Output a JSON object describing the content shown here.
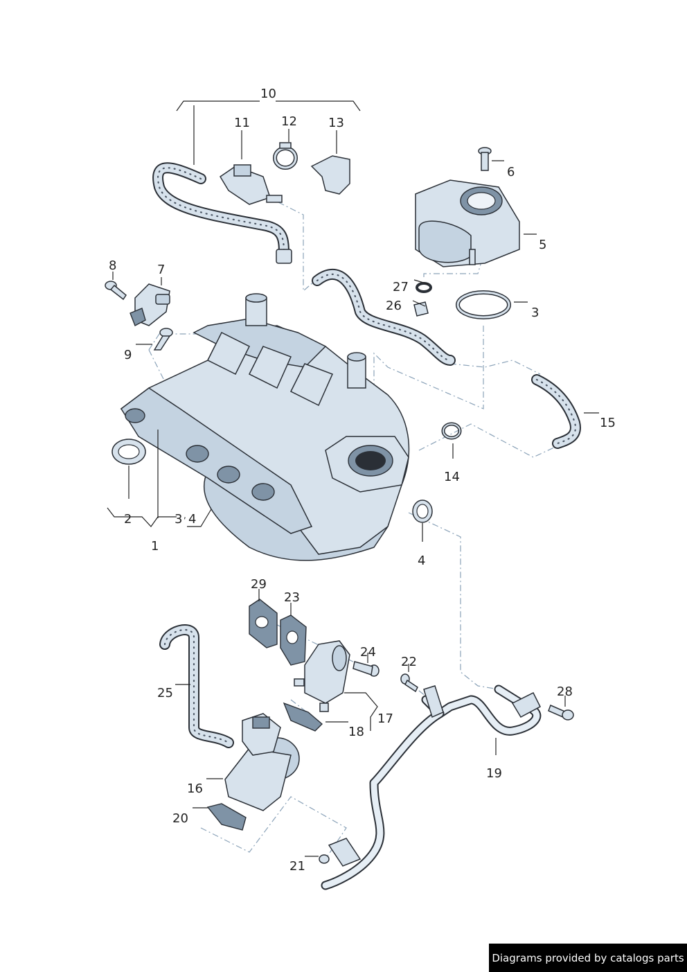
{
  "diagram": {
    "callouts": {
      "c1": "1",
      "c2": "2",
      "c3": "3",
      "c3b": "3",
      "c4": "4",
      "c4b": "4",
      "c5": "5",
      "c6": "6",
      "c7": "7",
      "c8": "8",
      "c9": "9",
      "c10": "10",
      "c11": "11",
      "c12": "12",
      "c13": "13",
      "c14": "14",
      "c15": "15",
      "c16": "16",
      "c17": "17",
      "c18": "18",
      "c19": "19",
      "c20": "20",
      "c21": "21",
      "c22": "22",
      "c23": "23",
      "c24": "24",
      "c25": "25",
      "c26": "26",
      "c27": "27",
      "c28": "28",
      "c29": "29"
    },
    "colors": {
      "part": "#d7e2ec",
      "outline": "#2a2f36",
      "dashline": "#8aa2b8"
    }
  },
  "footer": {
    "credit": "Diagrams provided by catalogs parts"
  }
}
